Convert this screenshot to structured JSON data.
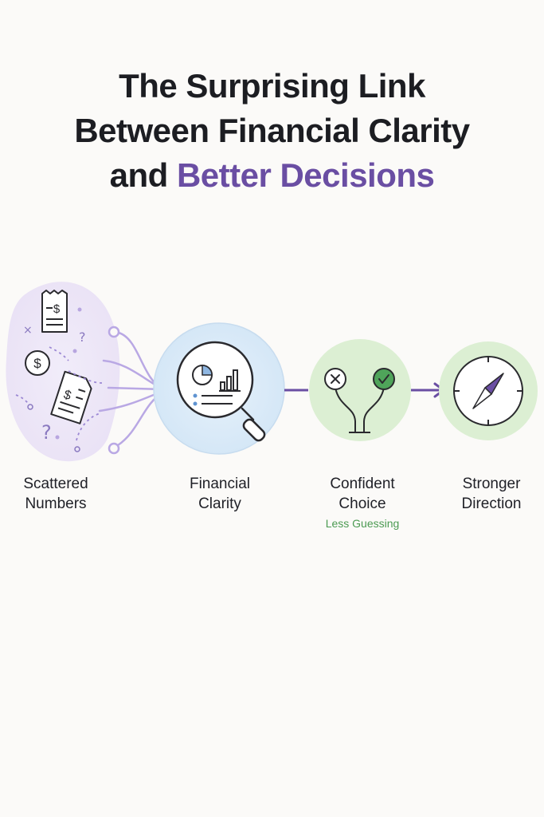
{
  "title": {
    "line1": "The Surprising Link",
    "line2": "Between Financial Clarity",
    "line3_prefix": "and ",
    "line3_accent": "Better Decisions"
  },
  "steps": [
    {
      "line1": "Scattered",
      "line2": "Numbers"
    },
    {
      "line1": "Financial",
      "line2": "Clarity"
    },
    {
      "line1": "Confident",
      "line2": "Choice",
      "sub": "Less Guessing"
    },
    {
      "line1": "Stronger",
      "line2": "Direction"
    }
  ],
  "icons": {
    "receipt_symbol": "$",
    "coin_symbol": "$",
    "document_symbol": "$"
  },
  "colors": {
    "accent_purple": "#6a4ea3",
    "scatter_bg": "#ece6f7",
    "clarity_bg": "#dcecf8",
    "choice_bg": "#dcefd3",
    "direction_bg": "#dcefd3",
    "sub_green": "#4b9a52"
  }
}
